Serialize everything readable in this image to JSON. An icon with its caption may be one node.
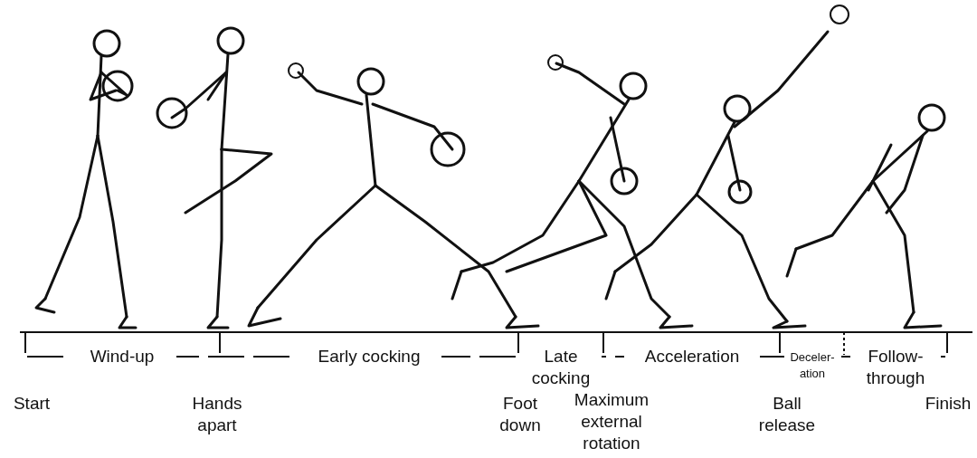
{
  "diagram": {
    "labels": [
      "Wind-up",
      "Early cocking",
      "Late cocking",
      "Acceleration",
      "Deceler-ation",
      "Follow-through",
      "Start",
      "Hands apart",
      "Foot down",
      "Maximum external rotation",
      "Ball release",
      "Finish"
    ]
  }
}
